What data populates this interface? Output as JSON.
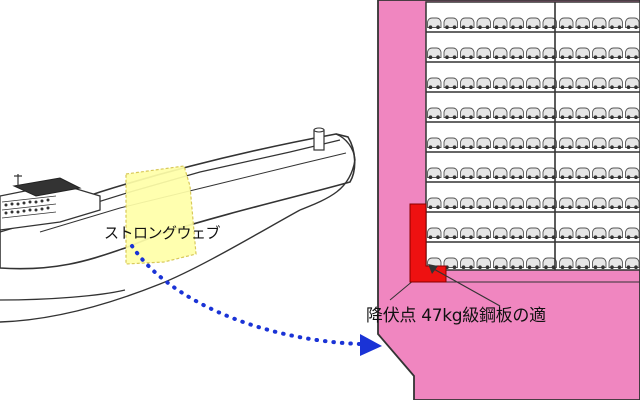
{
  "labels": {
    "strong_web": "ストロングウェブ",
    "steel_plate": "降伏点 47kg級鋼板の適"
  },
  "colors": {
    "hull_section_fill": "#f086c0",
    "hull_outline": "#333333",
    "steel_highlight": "#ee1111",
    "web_highlight": "#ffffa8",
    "arrow": "#1a33d6",
    "car_body": "#e6e6e6"
  },
  "deck_grid": {
    "decks": 9,
    "columns": 2
  }
}
